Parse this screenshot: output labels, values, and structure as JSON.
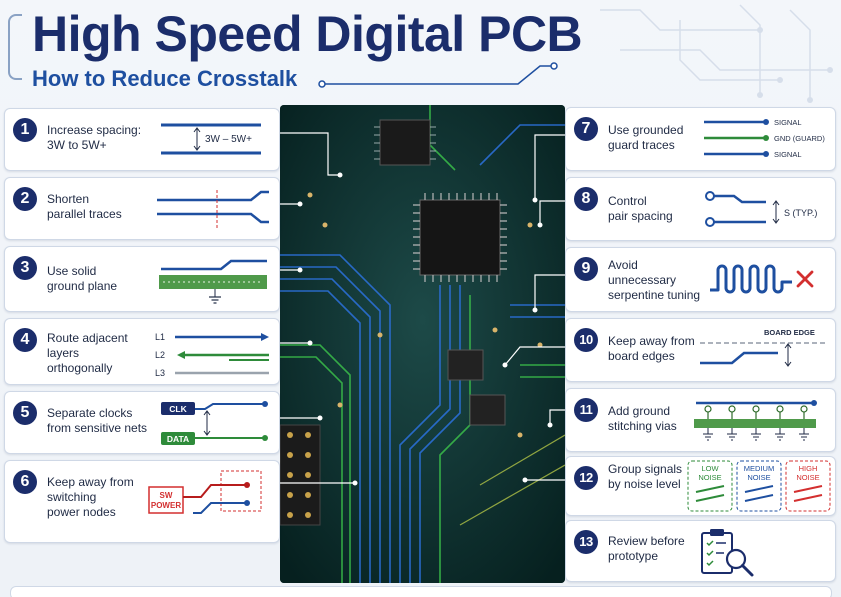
{
  "header": {
    "title": "High Speed Digital PCB",
    "subtitle": "How to Reduce Crosstalk"
  },
  "colors": {
    "navy": "#1b2d6b",
    "trace_blue": "#1e4fa0",
    "trace_green": "#2e8b3a",
    "alert_red": "#d32f2f"
  },
  "tips_left": [
    {
      "num": "1",
      "text": "Increase spacing:\n3W to 5W+",
      "illus": {
        "spacing_label": "3W – 5W+"
      }
    },
    {
      "num": "2",
      "text": "Shorten\nparallel traces"
    },
    {
      "num": "3",
      "text": "Use solid\nground plane"
    },
    {
      "num": "4",
      "text": "Route adjacent\nlayers\northogonally",
      "illus": {
        "l1": "L1",
        "l2": "L2",
        "l3": "L3"
      }
    },
    {
      "num": "5",
      "text": "Separate clocks\nfrom sensitive nets",
      "illus": {
        "clk": "CLK",
        "data": "DATA"
      }
    },
    {
      "num": "6",
      "text": "Keep away from\nswitching\npower nodes",
      "illus": {
        "sw_power": "SW\nPOWER"
      }
    }
  ],
  "tips_right": [
    {
      "num": "7",
      "text": "Use grounded\nguard traces",
      "illus": {
        "signal_top": "SIGNAL",
        "gnd": "GND (GUARD)",
        "signal_bottom": "SIGNAL"
      }
    },
    {
      "num": "8",
      "text": "Control\npair spacing",
      "illus": {
        "spacing": "S (TYP.)"
      }
    },
    {
      "num": "9",
      "text": "Avoid\nunnecessary\nserpentine tuning"
    },
    {
      "num": "10",
      "text": "Keep away from\nboard edges",
      "illus": {
        "edge": "BOARD EDGE"
      }
    },
    {
      "num": "11",
      "text": "Add ground\nstitching vias"
    },
    {
      "num": "12",
      "text": "Group signals\nby noise level",
      "illus": {
        "low": "LOW\nNOISE",
        "medium": "MEDIUM\nNOISE",
        "high": "HIGH\nNOISE"
      }
    },
    {
      "num": "13",
      "text": "Review before\nprototype"
    }
  ],
  "icons": {
    "ground": "ground-symbol-icon",
    "clipboard": "clipboard-magnifier-icon",
    "cross": "red-x-icon"
  }
}
